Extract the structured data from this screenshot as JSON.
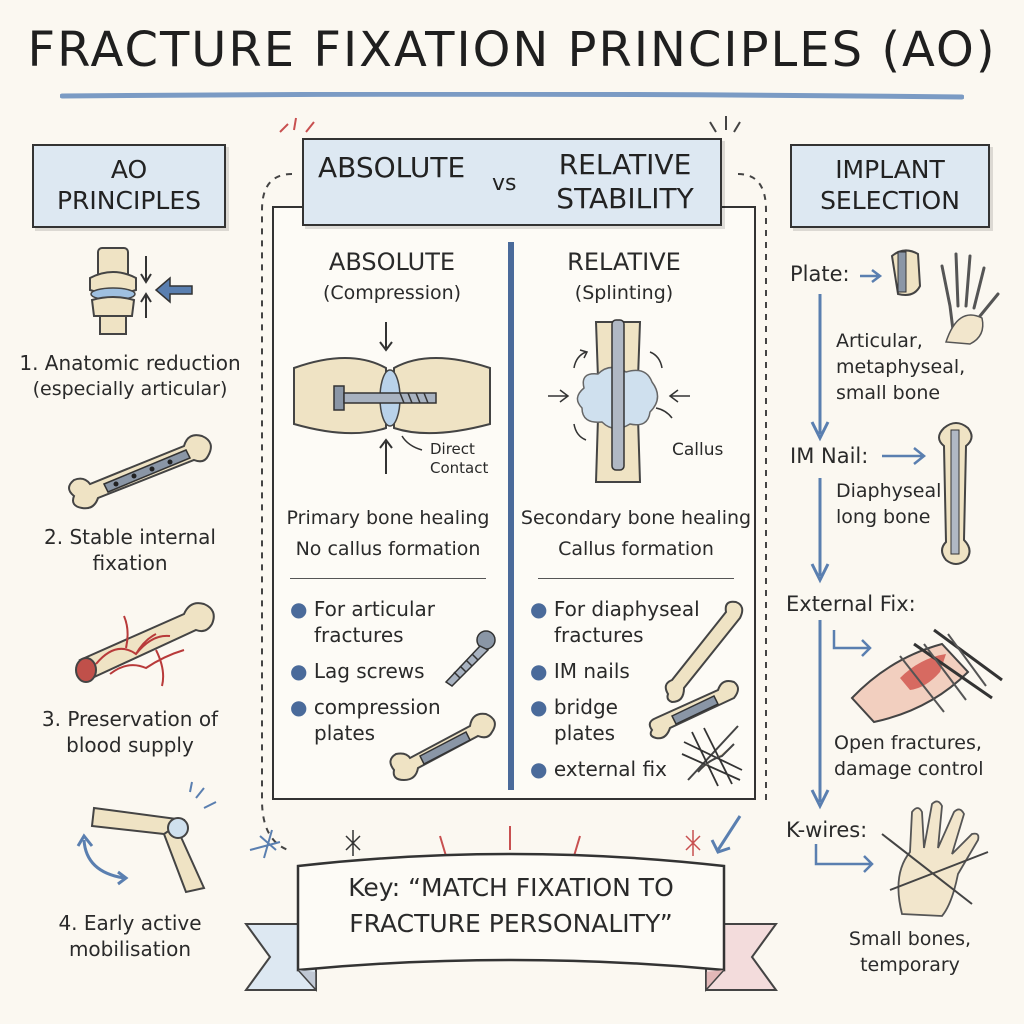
{
  "title": "FRACTURE FIXATION PRINCIPLES (AO)",
  "ao": {
    "heading_line1": "AO",
    "heading_line2": "PRINCIPLES",
    "items": [
      "1. Anatomic reduction",
      "(especially articular)",
      "2. Stable internal",
      "fixation",
      "3. Preservation of",
      "blood supply",
      "4. Early active",
      "mobilisation"
    ]
  },
  "stability": {
    "heading_left": "ABSOLUTE",
    "heading_vs": "vs",
    "heading_right_line1": "RELATIVE",
    "heading_right_line2": "STABILITY",
    "absolute": {
      "title": "ABSOLUTE",
      "subtitle": "(Compression)",
      "contact_line1": "Direct",
      "contact_line2": "Contact",
      "healing_line1": "Primary bone healing",
      "healing_line2": "No callus formation",
      "bullets": [
        "For articular",
        "fractures",
        "Lag screws",
        "compression",
        "plates"
      ]
    },
    "relative": {
      "title": "RELATIVE",
      "subtitle": "(Splinting)",
      "callus_label": "Callus",
      "healing_line1": "Secondary bone healing",
      "healing_line2": "Callus formation",
      "bullets": [
        "For diaphyseal",
        "fractures",
        "IM nails",
        "bridge",
        "plates",
        "external fix"
      ]
    }
  },
  "implant": {
    "heading_line1": "IMPLANT",
    "heading_line2": "SELECTION",
    "plate_label": "Plate:",
    "plate_desc": [
      "Articular,",
      "metaphyseal,",
      "small bone"
    ],
    "nail_label": "IM Nail:",
    "nail_desc": [
      "Diaphyseal",
      "long bone"
    ],
    "exfix_label": "External Fix:",
    "exfix_desc": [
      "Open fractures,",
      "damage control"
    ],
    "kwire_label": "K-wires:",
    "kwire_desc": [
      "Small bones,",
      "temporary"
    ]
  },
  "key": {
    "line1": "Key: “MATCH FIXATION TO",
    "line2": "FRACTURE PERSONALITY”"
  },
  "colors": {
    "box_fill": "#dde8f2",
    "divider": "#4a6a9a",
    "arrow_blue": "#5a7fb0",
    "bone": "#efe3c4",
    "vessel_red": "#b83a3a",
    "accent_red": "#c85050"
  }
}
